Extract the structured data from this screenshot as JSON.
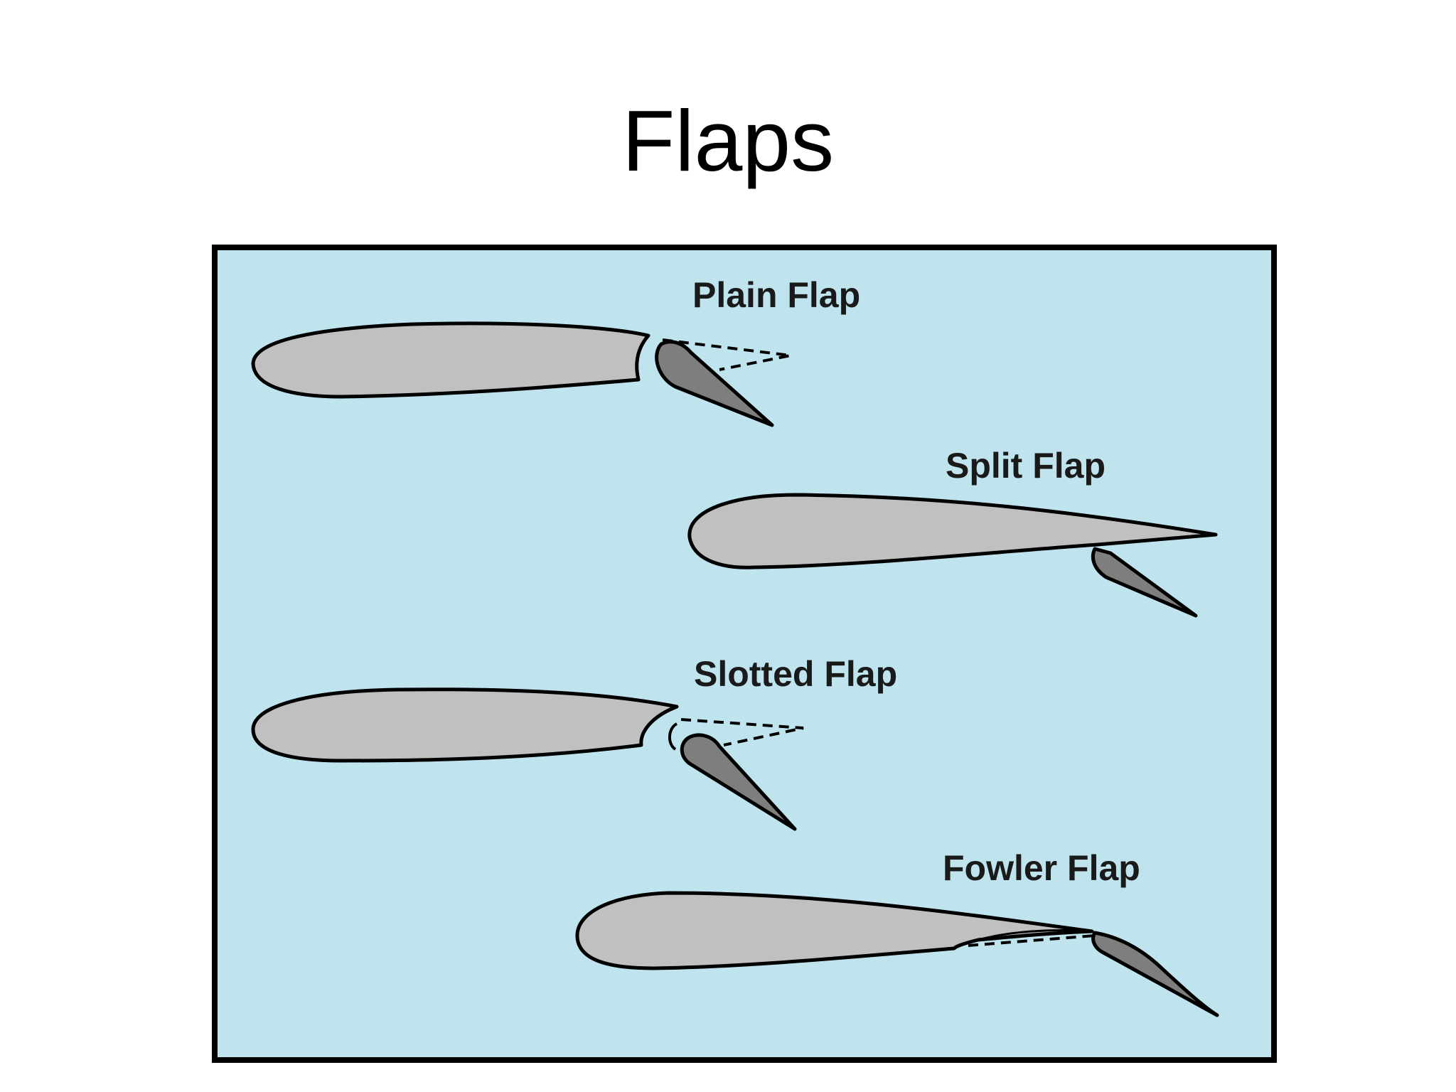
{
  "slide": {
    "title": "Flaps"
  },
  "diagram": {
    "background_color": "#bfe4ee",
    "border_color": "#000000",
    "wing_fill": "#c0c0c0",
    "flap_fill": "#7e7e7e",
    "label_color": "#1a1a1a",
    "labels": {
      "plain": "Plain Flap",
      "split": "Split Flap",
      "slotted": "Slotted Flap",
      "fowler": "Fowler Flap"
    }
  }
}
